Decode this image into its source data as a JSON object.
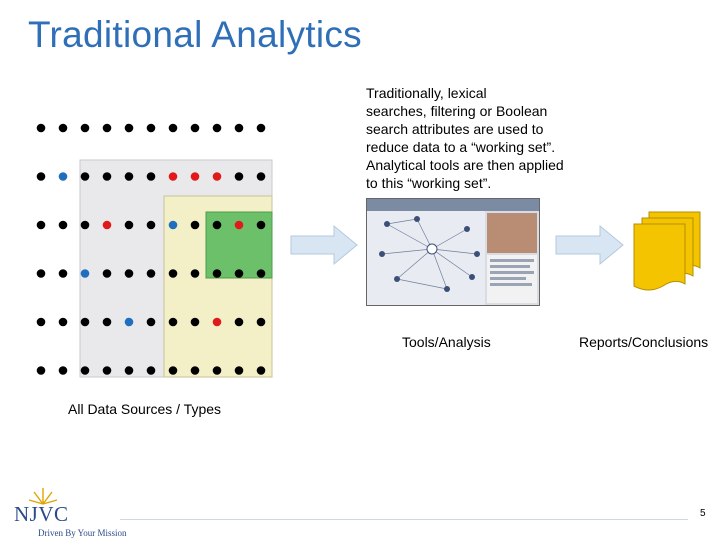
{
  "title": "Traditional Analytics",
  "description": [
    "Traditionally, lexical",
    "searches, filtering or Boolean",
    "search attributes are used to",
    "reduce data to a “working set”.",
    "Analytical tools are then applied",
    "to this “working set”."
  ],
  "captions": {
    "data_sources": "All Data Sources / Types",
    "tools": "Tools/Analysis",
    "reports": "Reports/Conclusions"
  },
  "grid": {
    "rows": 6,
    "cols": 11,
    "colored_dots": [
      {
        "row": 1,
        "col": 1,
        "color": "#1f6fbf"
      },
      {
        "row": 1,
        "col": 6,
        "color": "#e01a1a"
      },
      {
        "row": 1,
        "col": 7,
        "color": "#e01a1a"
      },
      {
        "row": 1,
        "col": 8,
        "color": "#e01a1a"
      },
      {
        "row": 2,
        "col": 3,
        "color": "#e01a1a"
      },
      {
        "row": 2,
        "col": 6,
        "color": "#1f6fbf"
      },
      {
        "row": 2,
        "col": 9,
        "color": "#e01a1a"
      },
      {
        "row": 3,
        "col": 2,
        "color": "#1f6fbf"
      },
      {
        "row": 4,
        "col": 4,
        "color": "#1f6fbf"
      },
      {
        "row": 4,
        "col": 8,
        "color": "#e01a1a"
      }
    ]
  },
  "colors": {
    "title": "#2f6fb8",
    "region_all": "#e9e9ec",
    "region_working": "#f3f0c8",
    "region_focus": "#6cc06a",
    "arrow": "#d8e6f3",
    "report": "#f5c400"
  },
  "page_number": "5",
  "logo": {
    "name": "NJVC",
    "tagline": "Driven By Your Mission"
  }
}
